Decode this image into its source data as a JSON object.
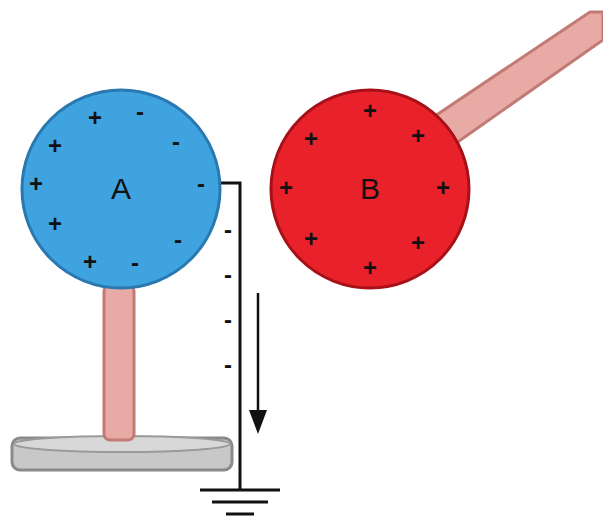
{
  "diagram": {
    "nodes": [
      {
        "text": [
          "A"
        ]
      },
      {
        "text": [
          "B"
        ]
      }
    ],
    "labels": [
      "+",
      "+",
      "+",
      "+",
      "+",
      "-",
      "-",
      "-",
      "-",
      "-",
      "+",
      "+",
      "+",
      "+",
      "+",
      "+",
      "+",
      "+",
      "-",
      "-",
      "-",
      "-"
    ]
  }
}
